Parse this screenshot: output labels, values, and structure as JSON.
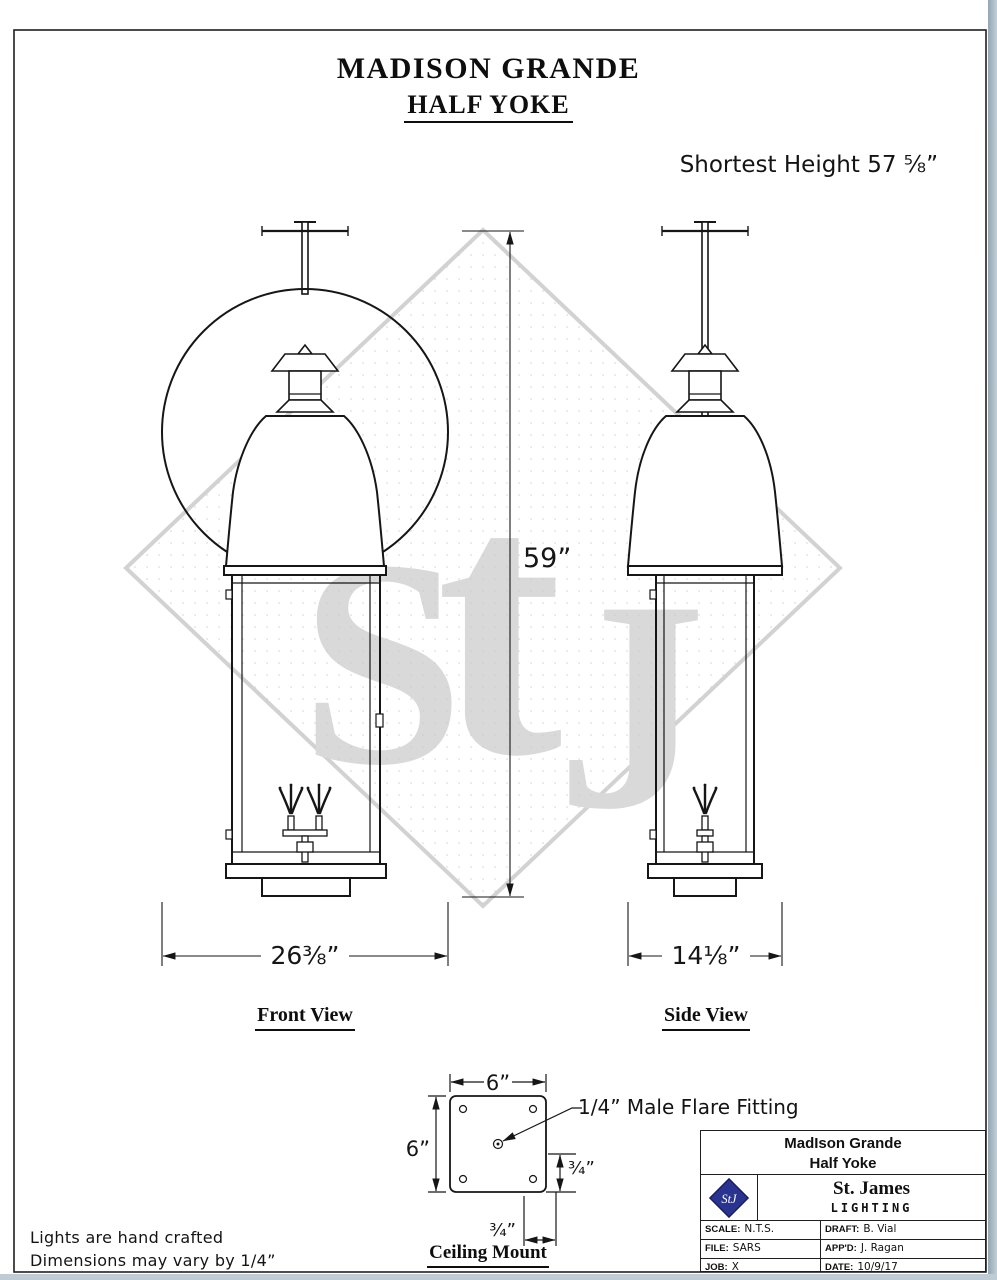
{
  "page": {
    "title_line1": "MADISON GRANDE",
    "title_line2": "HALF YOKE",
    "shortest_height_note": "Shortest Height 57 ⅝”"
  },
  "views": {
    "height_dim": "59”",
    "front": {
      "label": "Front View",
      "width_dim": "26⅜”"
    },
    "side": {
      "label": "Side View",
      "width_dim": "14⅛”"
    }
  },
  "ceiling_mount": {
    "label": "Ceiling Mount",
    "width_dim": "6”",
    "height_dim": "6”",
    "fitting_label": "1/4” Male Flare Fitting",
    "offset_right_dim": "¾”",
    "offset_bottom_dim": "¾”"
  },
  "watermark": {
    "letters": [
      "S",
      "t",
      "J"
    ]
  },
  "notes": {
    "line1": "Lights are hand crafted",
    "line2": "Dimensions may vary by 1/4”"
  },
  "title_block": {
    "product_line1": "MadIson Grande",
    "product_line2": "Half Yoke",
    "company_name": "St. James",
    "company_subtitle": "LIGHTING",
    "logo_text": "StJ",
    "rows": [
      {
        "label_left": "SCALE:",
        "value_left": "N.T.S.",
        "label_right": "DRAFT:",
        "value_right": "B. Vial"
      },
      {
        "label_left": "FILE:",
        "value_left": "SARS",
        "label_right": "APP'D:",
        "value_right": "J. Ragan"
      },
      {
        "label_left": "JOB:",
        "value_left": "X",
        "label_right": "DATE:",
        "value_right": "10/9/17"
      }
    ]
  }
}
